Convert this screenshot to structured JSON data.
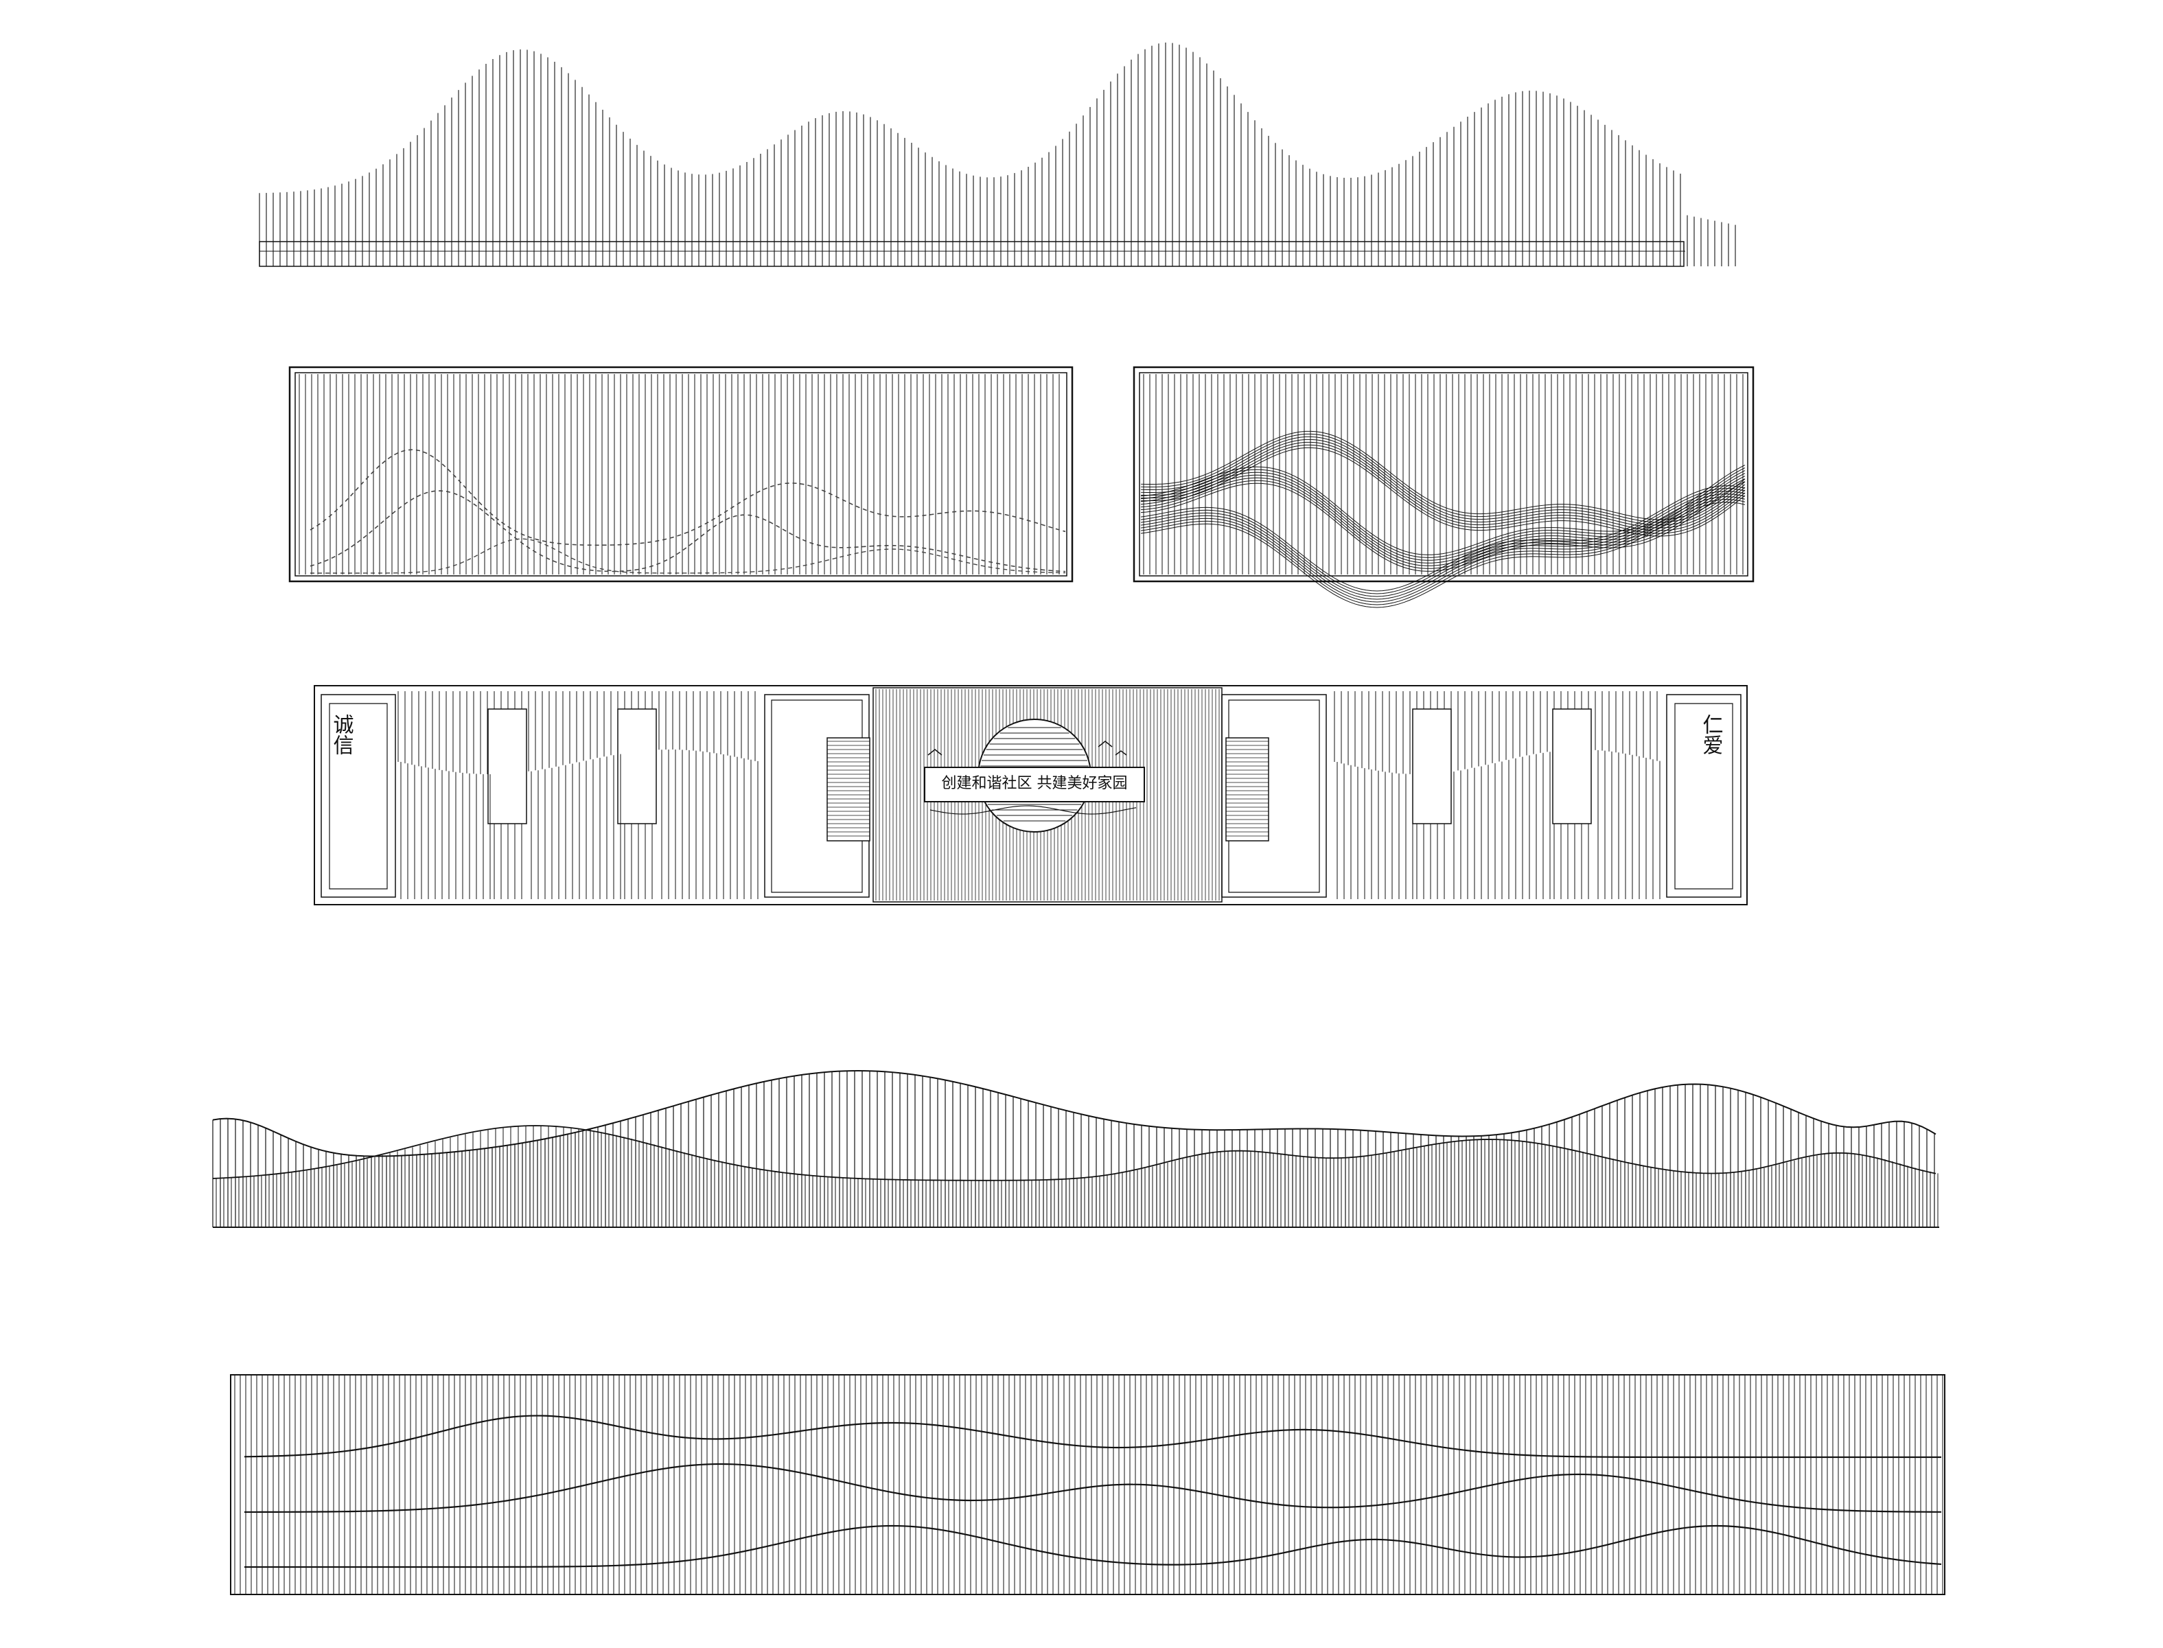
{
  "colors": {
    "background": "#ffffff",
    "stroke": "#111111",
    "dash": "#444444"
  },
  "panels": [
    {
      "id": "mountain-grille-silhouette",
      "style": "stepped-mountain-skyline"
    },
    {
      "id": "framed-grille-with-dashed-mountains",
      "style": "framed-slats-dashed-contours"
    },
    {
      "id": "framed-grille-with-ribbon-waves",
      "style": "framed-slats-wave-ribbons"
    },
    {
      "id": "community-slogan-wall",
      "style": "tripartite-wall-with-emblem",
      "left_plaque": "诚信",
      "right_plaque": "仁爱",
      "slogan": "创建和谐社区 共建美好家园"
    },
    {
      "id": "wave-top-grille",
      "style": "wavy-top-slats"
    },
    {
      "id": "rectangular-grille-with-contours",
      "style": "dense-slats-with-contour-breaks"
    }
  ]
}
